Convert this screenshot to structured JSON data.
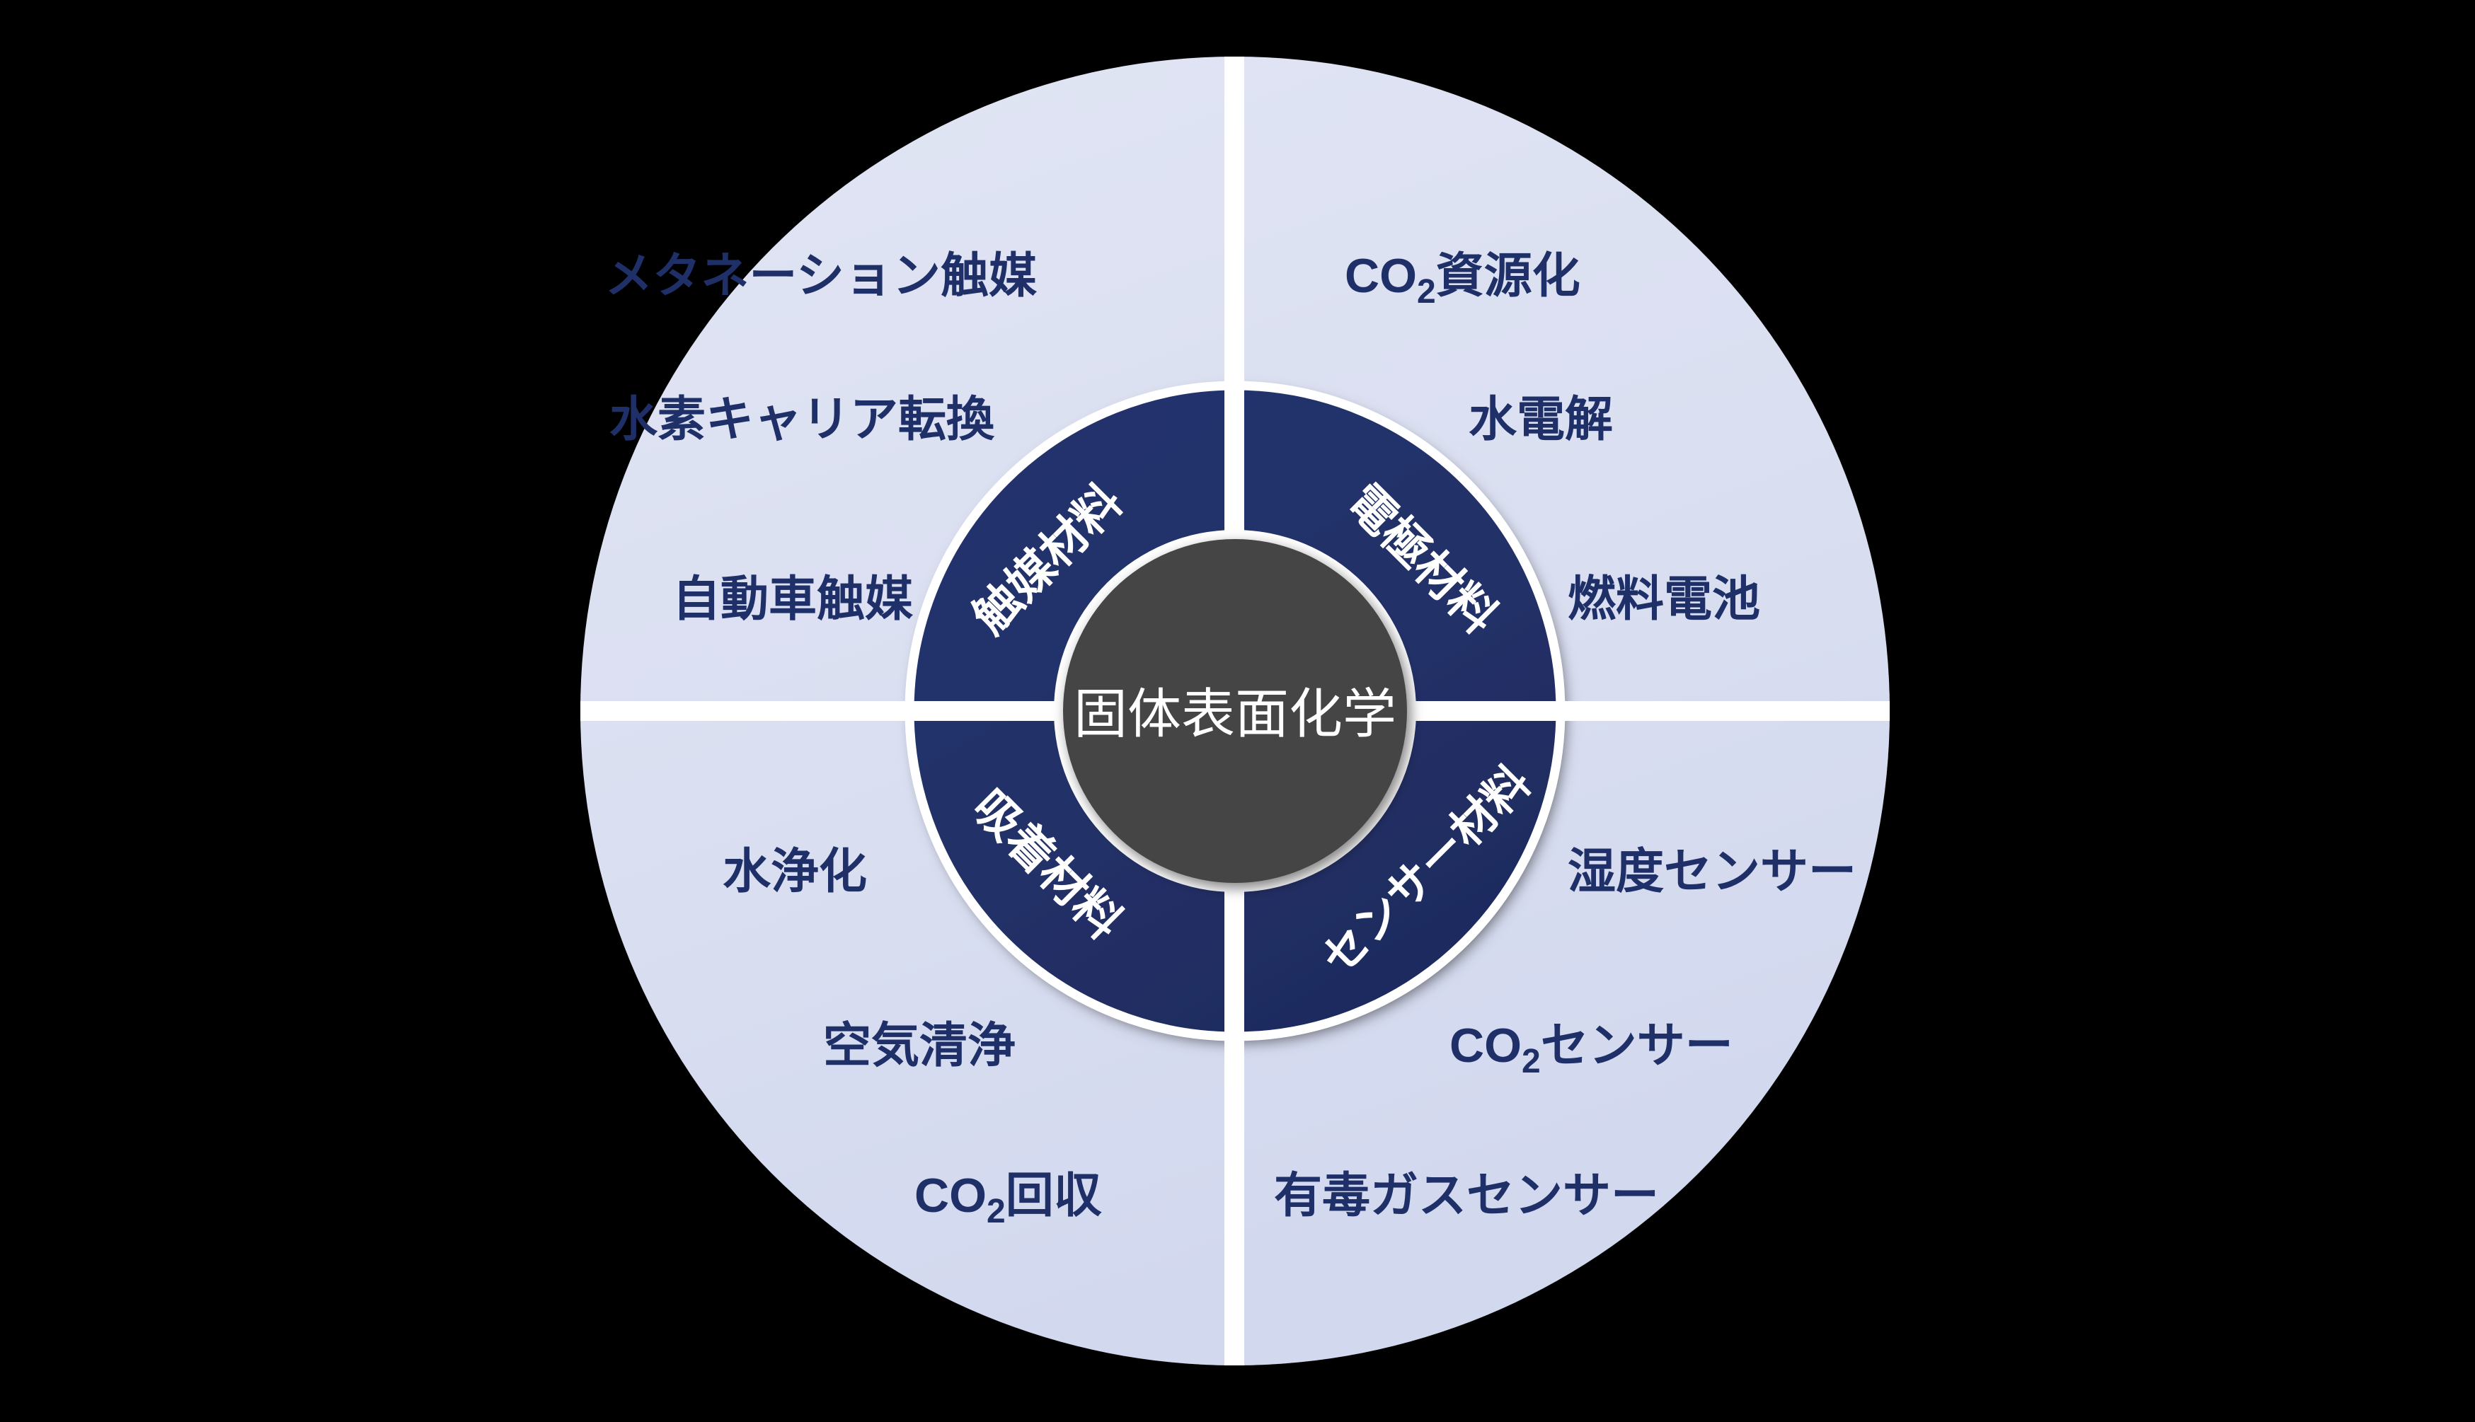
{
  "diagram": {
    "type": "concentric-quadrant-wheel",
    "core_label": "固体表面化学",
    "background_color": "#000000",
    "outer_ring_color": "#dce0f0",
    "inner_ring_color": "#23336b",
    "core_color": "#444444",
    "divider_color": "#ffffff",
    "outer_text_color": "#1f3069",
    "inner_text_color": "#ffffff",
    "core_text_color": "#ffffff",
    "quadrants": [
      {
        "position": "top-left",
        "inner_label": "触媒材料",
        "outer_labels": [
          "メタネーション触媒",
          "水素キャリア転換",
          "自動車触媒"
        ]
      },
      {
        "position": "top-right",
        "inner_label": "電極材料",
        "outer_labels": [
          "CO2資源化",
          "水電解",
          "燃料電池"
        ]
      },
      {
        "position": "bottom-left",
        "inner_label": "吸着材料",
        "outer_labels": [
          "水浄化",
          "空気清浄",
          "CO2回収"
        ]
      },
      {
        "position": "bottom-right",
        "inner_label": "センサー材料",
        "outer_labels": [
          "湿度センサー",
          "CO2センサー",
          "有毒ガスセンサー"
        ]
      }
    ],
    "labels": {
      "methanation_catalyst": "メタネーション触媒",
      "hydrogen_carrier_conversion": "水素キャリア転換",
      "automotive_catalyst": "自動車触媒",
      "co2_prefix": "CO",
      "co2_subscript": "2",
      "co2_resource_suffix": "資源化",
      "water_electrolysis": "水電解",
      "fuel_cell": "燃料電池",
      "water_purification": "水浄化",
      "air_purification": "空気清浄",
      "co2_capture_suffix": "回収",
      "humidity_sensor": "湿度センサー",
      "co2_sensor_suffix": "センサー",
      "toxic_gas_sensor": "有毒ガスセンサー",
      "catalyst_materials": "触媒材料",
      "electrode_materials": "電極材料",
      "adsorption_materials": "吸着材料",
      "sensor_materials": "センサー材料",
      "core": "固体表面化学"
    }
  }
}
